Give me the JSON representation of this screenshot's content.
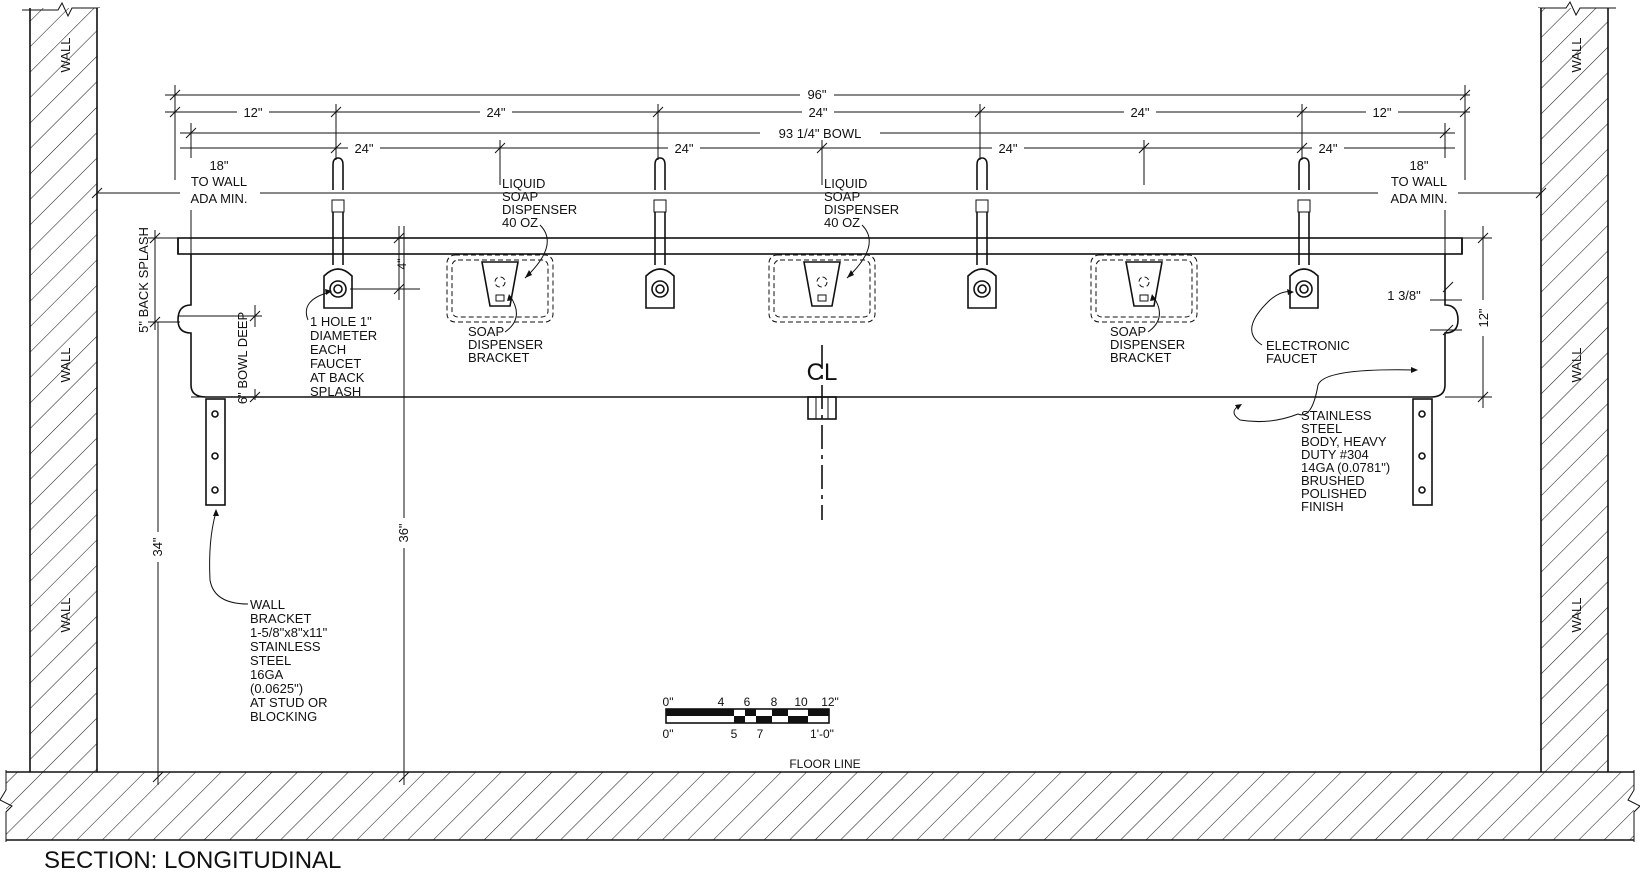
{
  "title": "SECTION: LONGITUDINAL",
  "walls": {
    "left_top": "WALL",
    "left_mid": "WALL",
    "left_bot": "WALL",
    "right_top": "WALL",
    "right_mid": "WALL",
    "right_bot": "WALL"
  },
  "dimensions": {
    "overall": "96\"",
    "seg1": "12\"",
    "seg2": "24\"",
    "seg3": "24\"",
    "seg4": "24\"",
    "seg5": "12\"",
    "bowl": "93 1/4\" BOWL",
    "soap1": "24\"",
    "soap2": "24\"",
    "soap3": "24\"",
    "soap4": "24\"",
    "back_splash": "5\" BACK SPLASH",
    "bowl_deep": "6\" BOWL DEEP",
    "four": "4\"",
    "height_34": "34\"",
    "height_36": "36\"",
    "twelve": "12\"",
    "one_three_eighths": "1 3/8\""
  },
  "labels": {
    "ada_left": [
      "18\"",
      "TO WALL",
      "ADA MIN."
    ],
    "ada_right": [
      "18\"",
      "TO WALL",
      "ADA MIN."
    ],
    "soap_disp_1": [
      "LIQUID",
      "SOAP",
      "DISPENSER",
      "40 OZ"
    ],
    "soap_disp_2": [
      "LIQUID",
      "SOAP",
      "DISPENSER",
      "40 OZ"
    ],
    "faucet_hole": [
      "1 HOLE 1\"",
      "DIAMETER",
      "EACH",
      "FAUCET",
      "AT BACK",
      "SPLASH"
    ],
    "bracket_1": [
      "SOAP",
      "DISPENSER",
      "BRACKET"
    ],
    "bracket_2": [
      "SOAP",
      "DISPENSER",
      "BRACKET"
    ],
    "electronic_faucet": [
      "ELECTRONIC",
      "FAUCET"
    ],
    "stainless_body": [
      "STAINLESS",
      "STEEL",
      "BODY, HEAVY",
      "DUTY #304",
      "14GA (0.0781\")",
      "BRUSHED",
      "POLISHED",
      "FINISH"
    ],
    "wall_bracket": [
      "WALL",
      "BRACKET",
      "1-5/8\"x8\"x11\"",
      "STAINLESS",
      "STEEL",
      "16GA",
      "(0.0625\")",
      "AT STUD OR",
      "BLOCKING"
    ],
    "floor_line": "FLOOR LINE",
    "centerline": "CL"
  },
  "scale_bar": {
    "top_labels": [
      "0\"",
      "4",
      "6",
      "8",
      "10",
      "12\""
    ],
    "bottom_labels": [
      "0\"",
      "5",
      "7",
      "1'-0\""
    ]
  }
}
